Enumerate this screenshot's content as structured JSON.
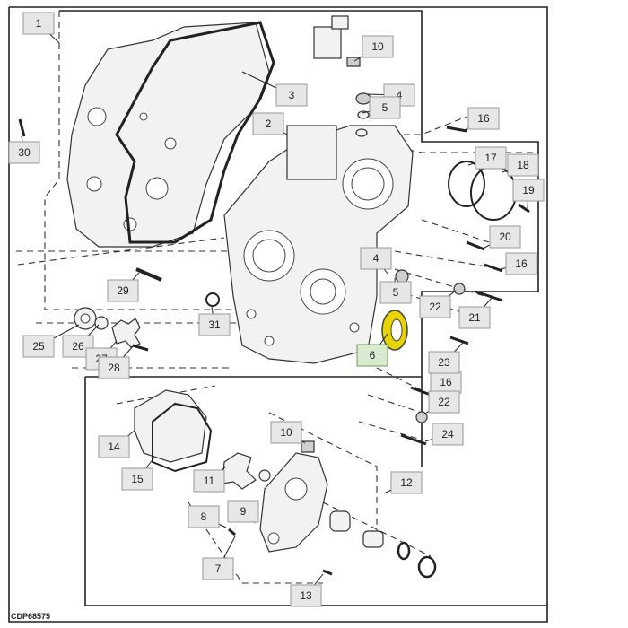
{
  "figure_code": "CDP68575",
  "colors": {
    "highlight": "#e8d200",
    "callout_box": "#e7e7e7"
  },
  "callouts": [
    {
      "id": "c1",
      "label": "1"
    },
    {
      "id": "c2",
      "label": "2"
    },
    {
      "id": "c3",
      "label": "3"
    },
    {
      "id": "c4a",
      "label": "4"
    },
    {
      "id": "c4b",
      "label": "4"
    },
    {
      "id": "c5a",
      "label": "5"
    },
    {
      "id": "c5b",
      "label": "5"
    },
    {
      "id": "c6",
      "label": "6"
    },
    {
      "id": "c7",
      "label": "7"
    },
    {
      "id": "c8",
      "label": "8"
    },
    {
      "id": "c9",
      "label": "9"
    },
    {
      "id": "c10a",
      "label": "10"
    },
    {
      "id": "c10b",
      "label": "10"
    },
    {
      "id": "c11",
      "label": "11"
    },
    {
      "id": "c12",
      "label": "12"
    },
    {
      "id": "c13",
      "label": "13"
    },
    {
      "id": "c14",
      "label": "14"
    },
    {
      "id": "c15",
      "label": "15"
    },
    {
      "id": "c16a",
      "label": "16"
    },
    {
      "id": "c16b",
      "label": "16"
    },
    {
      "id": "c16c",
      "label": "16"
    },
    {
      "id": "c17",
      "label": "17"
    },
    {
      "id": "c18",
      "label": "18"
    },
    {
      "id": "c19",
      "label": "19"
    },
    {
      "id": "c20",
      "label": "20"
    },
    {
      "id": "c21",
      "label": "21"
    },
    {
      "id": "c22a",
      "label": "22"
    },
    {
      "id": "c22b",
      "label": "22"
    },
    {
      "id": "c23",
      "label": "23"
    },
    {
      "id": "c24",
      "label": "24"
    },
    {
      "id": "c25",
      "label": "25"
    },
    {
      "id": "c26",
      "label": "26"
    },
    {
      "id": "c27",
      "label": "27"
    },
    {
      "id": "c28",
      "label": "28"
    },
    {
      "id": "c29",
      "label": "29"
    },
    {
      "id": "c30",
      "label": "30"
    },
    {
      "id": "c31",
      "label": "31"
    }
  ]
}
